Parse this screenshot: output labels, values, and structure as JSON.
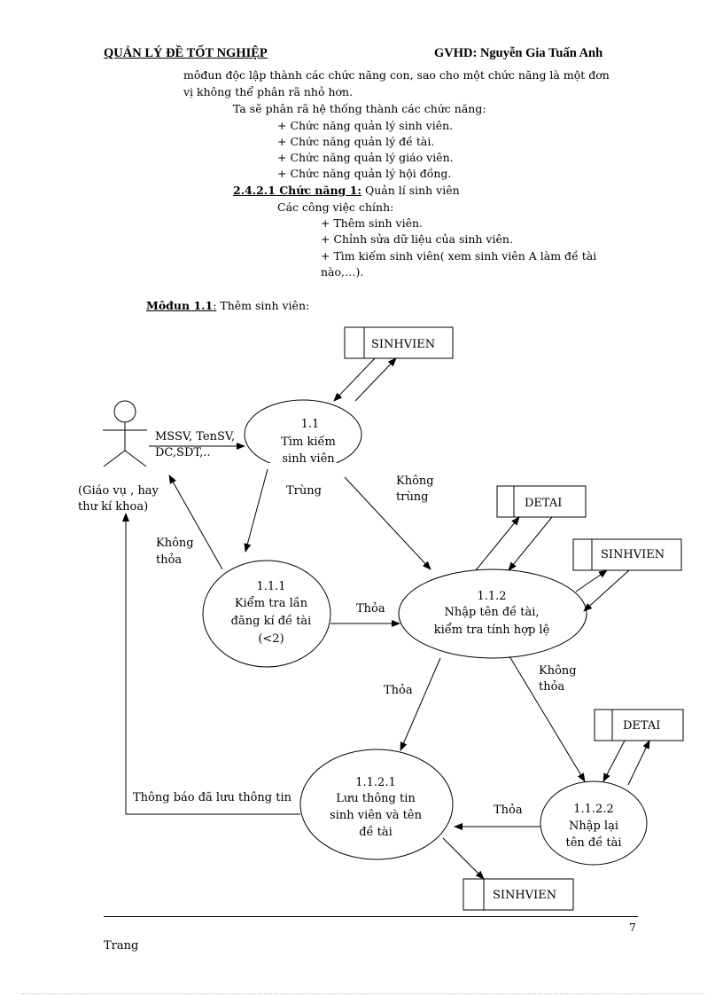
{
  "header": {
    "left": "QUẢN LÝ ĐỀ TỐT NGHIỆP",
    "right": "GVHD: Nguyễn Gia Tuấn Anh"
  },
  "intro": {
    "line1": "môđun độc lập thành các chức năng con, sao cho một chức năng là một đơn",
    "line2": "vị không thể phân rã nhỏ hơn.",
    "line3": "Ta sẽ phân rã hệ thống thành các chức năng:",
    "bullets": [
      "+ Chức năng quản lý sinh viên.",
      "+ Chức năng quản lý đề tài.",
      "+ Chức năng quản lý giáo viên.",
      "+ Chức năng quản lý hội đồng."
    ]
  },
  "section": {
    "number": "2.4.2.1 Chức năng 1:",
    "title": " Quản lí sinh viên",
    "tasks_label": "Các công việc chính:",
    "tasks": [
      "+ Thêm sinh viên.",
      "+ Chỉnh sửa dữ liệu của sinh viên.",
      "+ Tìm kiếm sinh viên( xem sinh viên A làm đề tài",
      "nào,…)."
    ]
  },
  "module": {
    "label": "Môđun 1.1",
    "colon": ":",
    "title": " Thêm sinh viên:"
  },
  "diagram": {
    "stores": {
      "sinhvien_top": "SINHVIEN",
      "detai_1": "DETAI",
      "sinhvien_right": "SINHVIEN",
      "detai_2": "DETAI",
      "sinhvien_bottom": "SINHVIEN"
    },
    "actor": {
      "line1": "(Giáo vụ , hay",
      "line2": "thư kí khoa)"
    },
    "process_1_1": {
      "line1": "1.1",
      "line2": "Tìm kiếm",
      "line3": "sinh viên"
    },
    "process_1_1_1": {
      "line1": "1.1.1",
      "line2": "Kiểm tra lần",
      "line3": "đăng kí đề tài",
      "line4": "(<2)"
    },
    "process_1_1_2": {
      "line1": "1.1.2",
      "line2": "Nhập tên đề tài,",
      "line3": "kiểm tra tính hợp lệ"
    },
    "process_1_1_2_1": {
      "line1": "1.1.2.1",
      "line2": "Lưu thông tin",
      "line3": "sinh viên và tên",
      "line4": "đề tài"
    },
    "process_1_1_2_2": {
      "line1": "1.1.2.2",
      "line2": "Nhập lại",
      "line3": "tên đề tài"
    },
    "labels": {
      "input_line1": "MSSV, TenSV,",
      "input_line2": "DC,SDT,..",
      "trung": "Trùng",
      "khong_trung_1": "Không",
      "khong_trung_2": "trùng",
      "khong_thoa_a_1": "Không",
      "khong_thoa_a_2": "thỏa",
      "thoa_a": "Thỏa",
      "thoa_b": "Thỏa",
      "khong_thoa_b_1": "Không",
      "khong_thoa_b_2": "thỏa",
      "thoa_c": "Thỏa",
      "thong_bao": "Thông báo đã lưu thông tin"
    }
  },
  "footer": {
    "page_number": "7",
    "trang": "Trang"
  }
}
